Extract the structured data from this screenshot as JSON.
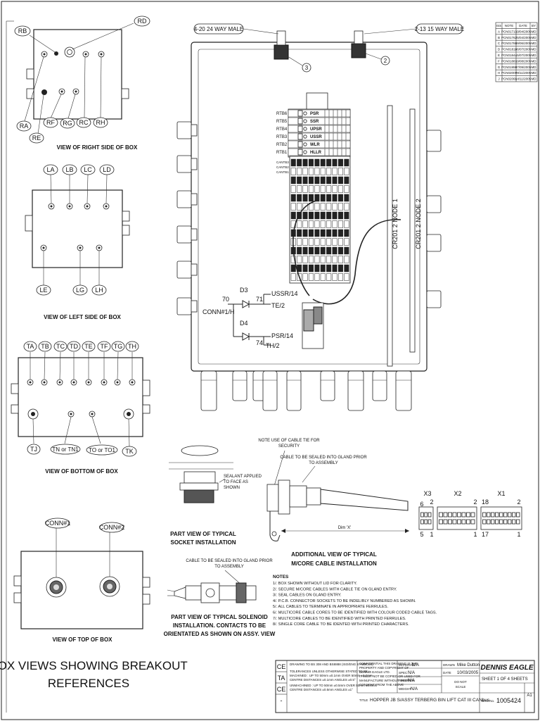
{
  "revision_table": {
    "headers": [
      "ISS",
      "NOTE",
      "DATE",
      "BY"
    ],
    "rows": [
      [
        "A",
        "PCN01713",
        "19/04/2005",
        "MD"
      ],
      [
        "B",
        "PCN01762",
        "25/04/2005",
        "MD"
      ],
      [
        "C",
        "PCN01781",
        "09/06/2005",
        "MD"
      ],
      [
        "D",
        "PCN01811",
        "06/07/2005",
        "MD"
      ],
      [
        "E",
        "PCN01844",
        "15/07/2005",
        "MD"
      ],
      [
        "F",
        "PCN01883",
        "19/08/2005",
        "MD"
      ],
      [
        "G",
        "PCN01959",
        "07/09/2005",
        "MD"
      ],
      [
        "H",
        "PCN02007",
        "09/11/2005",
        "MD"
      ],
      [
        "J",
        "PCN02068",
        "14/11/2005",
        "MD"
      ]
    ]
  },
  "right_side_view": {
    "callouts": [
      "RB",
      "RD",
      "RA",
      "RE",
      "RF",
      "RG",
      "RC",
      "RH"
    ],
    "caption": "VIEW OF RIGHT SIDE OF BOX"
  },
  "left_side_view": {
    "callouts": [
      "LA",
      "LB",
      "LC",
      "LD",
      "LE",
      "LG",
      "LH"
    ],
    "caption": "VIEW OF LEFT SIDE OF BOX"
  },
  "bottom_view": {
    "callouts_top": [
      "TA",
      "TB",
      "TC",
      "TD",
      "TE",
      "TF",
      "TG",
      "TH"
    ],
    "callouts_bottom": [
      "TJ",
      "TN or TN1",
      "TO or TO1",
      "TK"
    ],
    "caption": "VIEW OF BOTTOM OF BOX"
  },
  "top_view": {
    "callouts": [
      "CONN#1",
      "CONN#2"
    ],
    "caption": "VIEW OF TOP OF BOX"
  },
  "main_assembly": {
    "connector_left": "4-20 24 WAY MALE",
    "connector_right": "2-13 15 WAY MALE",
    "balloon_3": "3",
    "balloon_2": "2",
    "relay_labels": [
      "RTB6",
      "RTB5",
      "RTB4",
      "RTB3",
      "RTB2",
      "RTB1"
    ],
    "relay_names": [
      "PSR",
      "SSR",
      "UPSR",
      "USSR",
      "WLR",
      "HLLR"
    ],
    "cant_labels": [
      "CANTB3",
      "CANTB2",
      "CANTB1"
    ],
    "node1": "CR201 2 NODE 1",
    "node2": "CR201 2 NODE 2",
    "circuit": {
      "conn": "CONN#1/H",
      "wire70": "70",
      "d3": "D3",
      "wire71": "71",
      "ussr": "USSR/14",
      "te": "TE/2",
      "d4": "D4",
      "psr": "PSR/14",
      "wire74": "74",
      "th": "TH/2"
    }
  },
  "socket_detail": {
    "sealant": "SEALANT APPLIED TO FACE AS SHOWN",
    "caption_l1": "PART VIEW OF TYPICAL",
    "caption_l2": "SOCKET INSTALLATION"
  },
  "mcore_detail": {
    "note_tie": "NOTE USE OF CABLE TIE FOR SECURITY",
    "cable_seal": "CABLE TO BE SEALED INTO GLAND PRIOR TO ASSEMBLY",
    "dim": "Dim 'X'",
    "caption_l1": "ADDITIONAL VIEW OF TYPICAL",
    "caption_l2": "M/CORE CABLE INSTALLATION"
  },
  "plugs": [
    {
      "name": "X3",
      "tl": "6",
      "tr": "2",
      "bl": "5",
      "br": "1"
    },
    {
      "name": "X2",
      "tl": "",
      "tr": "2",
      "bl": "",
      "br": "1"
    },
    {
      "name": "X1",
      "tl": "18",
      "tr": "2",
      "bl": "17",
      "br": "1"
    }
  ],
  "solenoid_detail": {
    "cable_seal": "CABLE TO BE SEALED INTO GLAND PRIOR TO ASSEMBLY",
    "caption_l1": "PART VIEW OF TYPICAL SOLENOID",
    "caption_l2": "INSTALLATION. CONTACTS TO BE",
    "caption_l3": "ORIENTATED AS SHOWN ON ASSY. VIEW"
  },
  "notes": {
    "heading": "NOTES",
    "items": [
      "1/. BOX SHOWN WITHOUT LID FOR CLARITY.",
      "2/. SECURE M/CORE CABLES WITH CABLE TIE ON GLAND ENTRY.",
      "3/. SEAL CABLES ON GLAND ENTRY.",
      "4/. P.C.B. CONNECTOR SOCKETS TO BE INDELIBLY NUMBERED AS SHOWN.",
      "5/. ALL CABLES TO TERMINATE IN APPROPRIATE FERRULES.",
      "6/. MULTICORE CABLE CORES TO BE IDENTIFIED WITH COLOUR CODED CABLE TAGS.",
      "7/. MULTICORE CABLES TO BE IDENTIFIED WITH PRINTED FERRULES.",
      "8/. SINGLE CORE CABLE TO BE IDENTED WITH PRINTED CHARACTERS."
    ]
  },
  "big_title": {
    "line1": "BOX VIEWS SHOWING BREAKOUT",
    "line2": "REFERENCES"
  },
  "title_block": {
    "ce": "CE",
    "ta": "TA",
    "ce2": "CE",
    "dash": "-",
    "drawing_note": "DRAWING TO BS 308 AND BS8888 (ISO/ENG SYMBOLS)",
    "tolerances_l1": "TOLERANCES UNLESS OTHERWISE STATED TO BE :-",
    "tolerances_l2": "MACHINED : UP TO 50mm ±0.1mm OVER 50mm ±0.2mm",
    "tolerances_l3": "CENTRE DISTANCES ±0.1mm    ANGLES ±0.5°",
    "tolerances_l4": "UNMACHINED : UP TO 50mm ±0.5mm OVER 50mm ±0.8mm",
    "tolerances_l5": "CENTRE DISTANCES ±0.5mm    ANGLES ±1°",
    "confidential_l1": "CONFIDENTIAL THIS DRAWING IS THE",
    "confidential_l2": "PROPERTY AND COPYRIGHT OF",
    "confidential_l3": "DENNIS EAGLE LTD.",
    "confidential_l4": "IT MUST NOT BE COPIED OR USED FOR",
    "confidential_l5": "MANUFACTURE WITHOUT WRITTEN",
    "confidential_l6": "CONSENT FROM THE ABOVE",
    "material_label": "MATERIAL",
    "material": "N/A",
    "spec_label": "SPEC",
    "spec": "N/A",
    "finish_label": "FINISH",
    "finish": "N/A",
    "weight_label": "WEIGHT",
    "weight": "N/A",
    "drawn_label": "DRAWN",
    "drawn": "Mike Dutton",
    "date_label": "DATE",
    "date": "10/03/2005",
    "do_not_scale_l1": "DO NOT",
    "do_not_scale_l2": "SCALE",
    "company": "DENNIS EAGLE",
    "sheet_text": "SHEET  1  OF  4  SHEETS",
    "title_label": "TITLE",
    "title": "HOPPER JB S/ASSY TERBERG BIN LIFT CAT III CANbus",
    "drg_label": "DRG.No.",
    "drg_no": "1005424",
    "size": "A1"
  }
}
